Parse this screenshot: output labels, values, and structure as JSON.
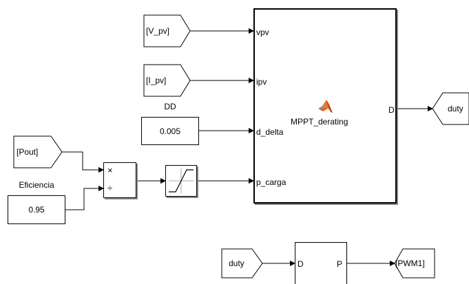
{
  "blocks": {
    "from_vpv": "[V_pv]",
    "from_ipv": "[I_pv]",
    "from_pout": "[Pout]",
    "from_duty": "duty",
    "goto_duty": "duty",
    "goto_pwm": "[PWM1]",
    "const_dd": {
      "label": "DD",
      "value": "0.005"
    },
    "const_eff": {
      "label": "Eficiencia",
      "value": "0.95"
    },
    "divide": {
      "mul": "×",
      "div": "÷"
    }
  },
  "mppt": {
    "name": "MPPT_derating",
    "inputs": [
      "vpv",
      "ipv",
      "d_delta",
      "p_carga"
    ],
    "output": "D",
    "icon": "matlab-logo-icon"
  },
  "pwm_block": {
    "input": "D",
    "output": "P"
  }
}
